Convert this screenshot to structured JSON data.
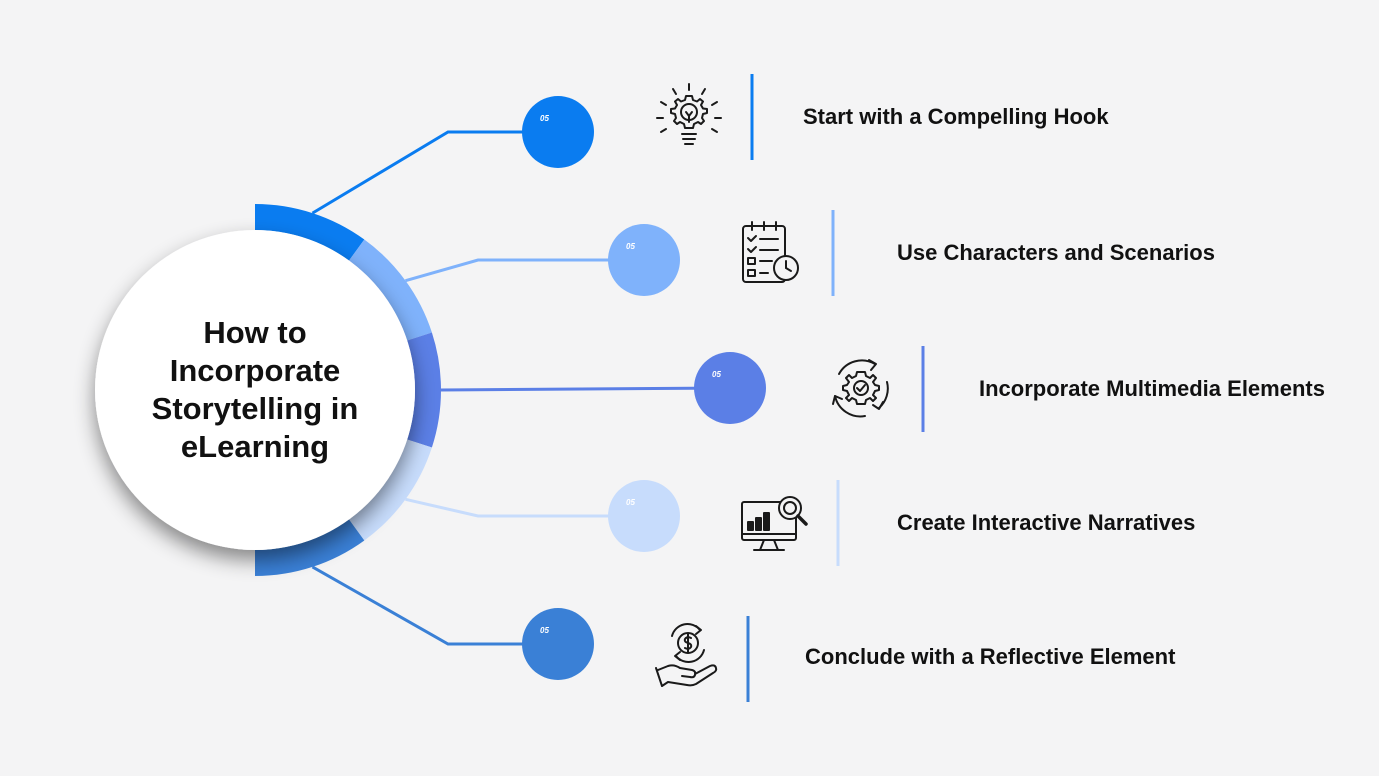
{
  "title": "How to\nIncorporate\nStorytelling in\neLearning",
  "colors": {
    "background": "#f4f4f5",
    "icon_stroke": "#1a1a1a"
  },
  "steps": [
    {
      "number": "05",
      "label": "Start with a Compelling Hook",
      "color": "#0a7cf0",
      "icon": "lightbulb-gear-icon"
    },
    {
      "number": "05",
      "label": "Use Characters and Scenarios",
      "color": "#7fb2fb",
      "icon": "checklist-clock-icon"
    },
    {
      "number": "05",
      "label": "Incorporate Multimedia Elements",
      "color": "#5b7fe6",
      "icon": "gear-refresh-icon"
    },
    {
      "number": "05",
      "label": "Create Interactive Narratives",
      "color": "#c7dcfc",
      "icon": "monitor-analytics-icon"
    },
    {
      "number": "05",
      "label": "Conclude with a Reflective Element",
      "color": "#3a80d6",
      "icon": "hand-money-icon"
    }
  ]
}
